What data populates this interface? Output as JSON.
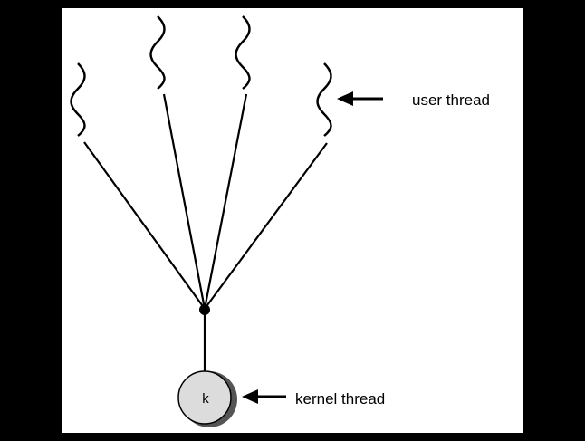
{
  "labels": {
    "user_thread": "user thread",
    "kernel_thread": "kernel thread",
    "kernel_node": "k"
  },
  "colors": {
    "background": "#000000",
    "panel": "#ffffff",
    "ink": "#000000",
    "kernel_fill": "#dcdcdc",
    "kernel_shadow": "#555555"
  }
}
